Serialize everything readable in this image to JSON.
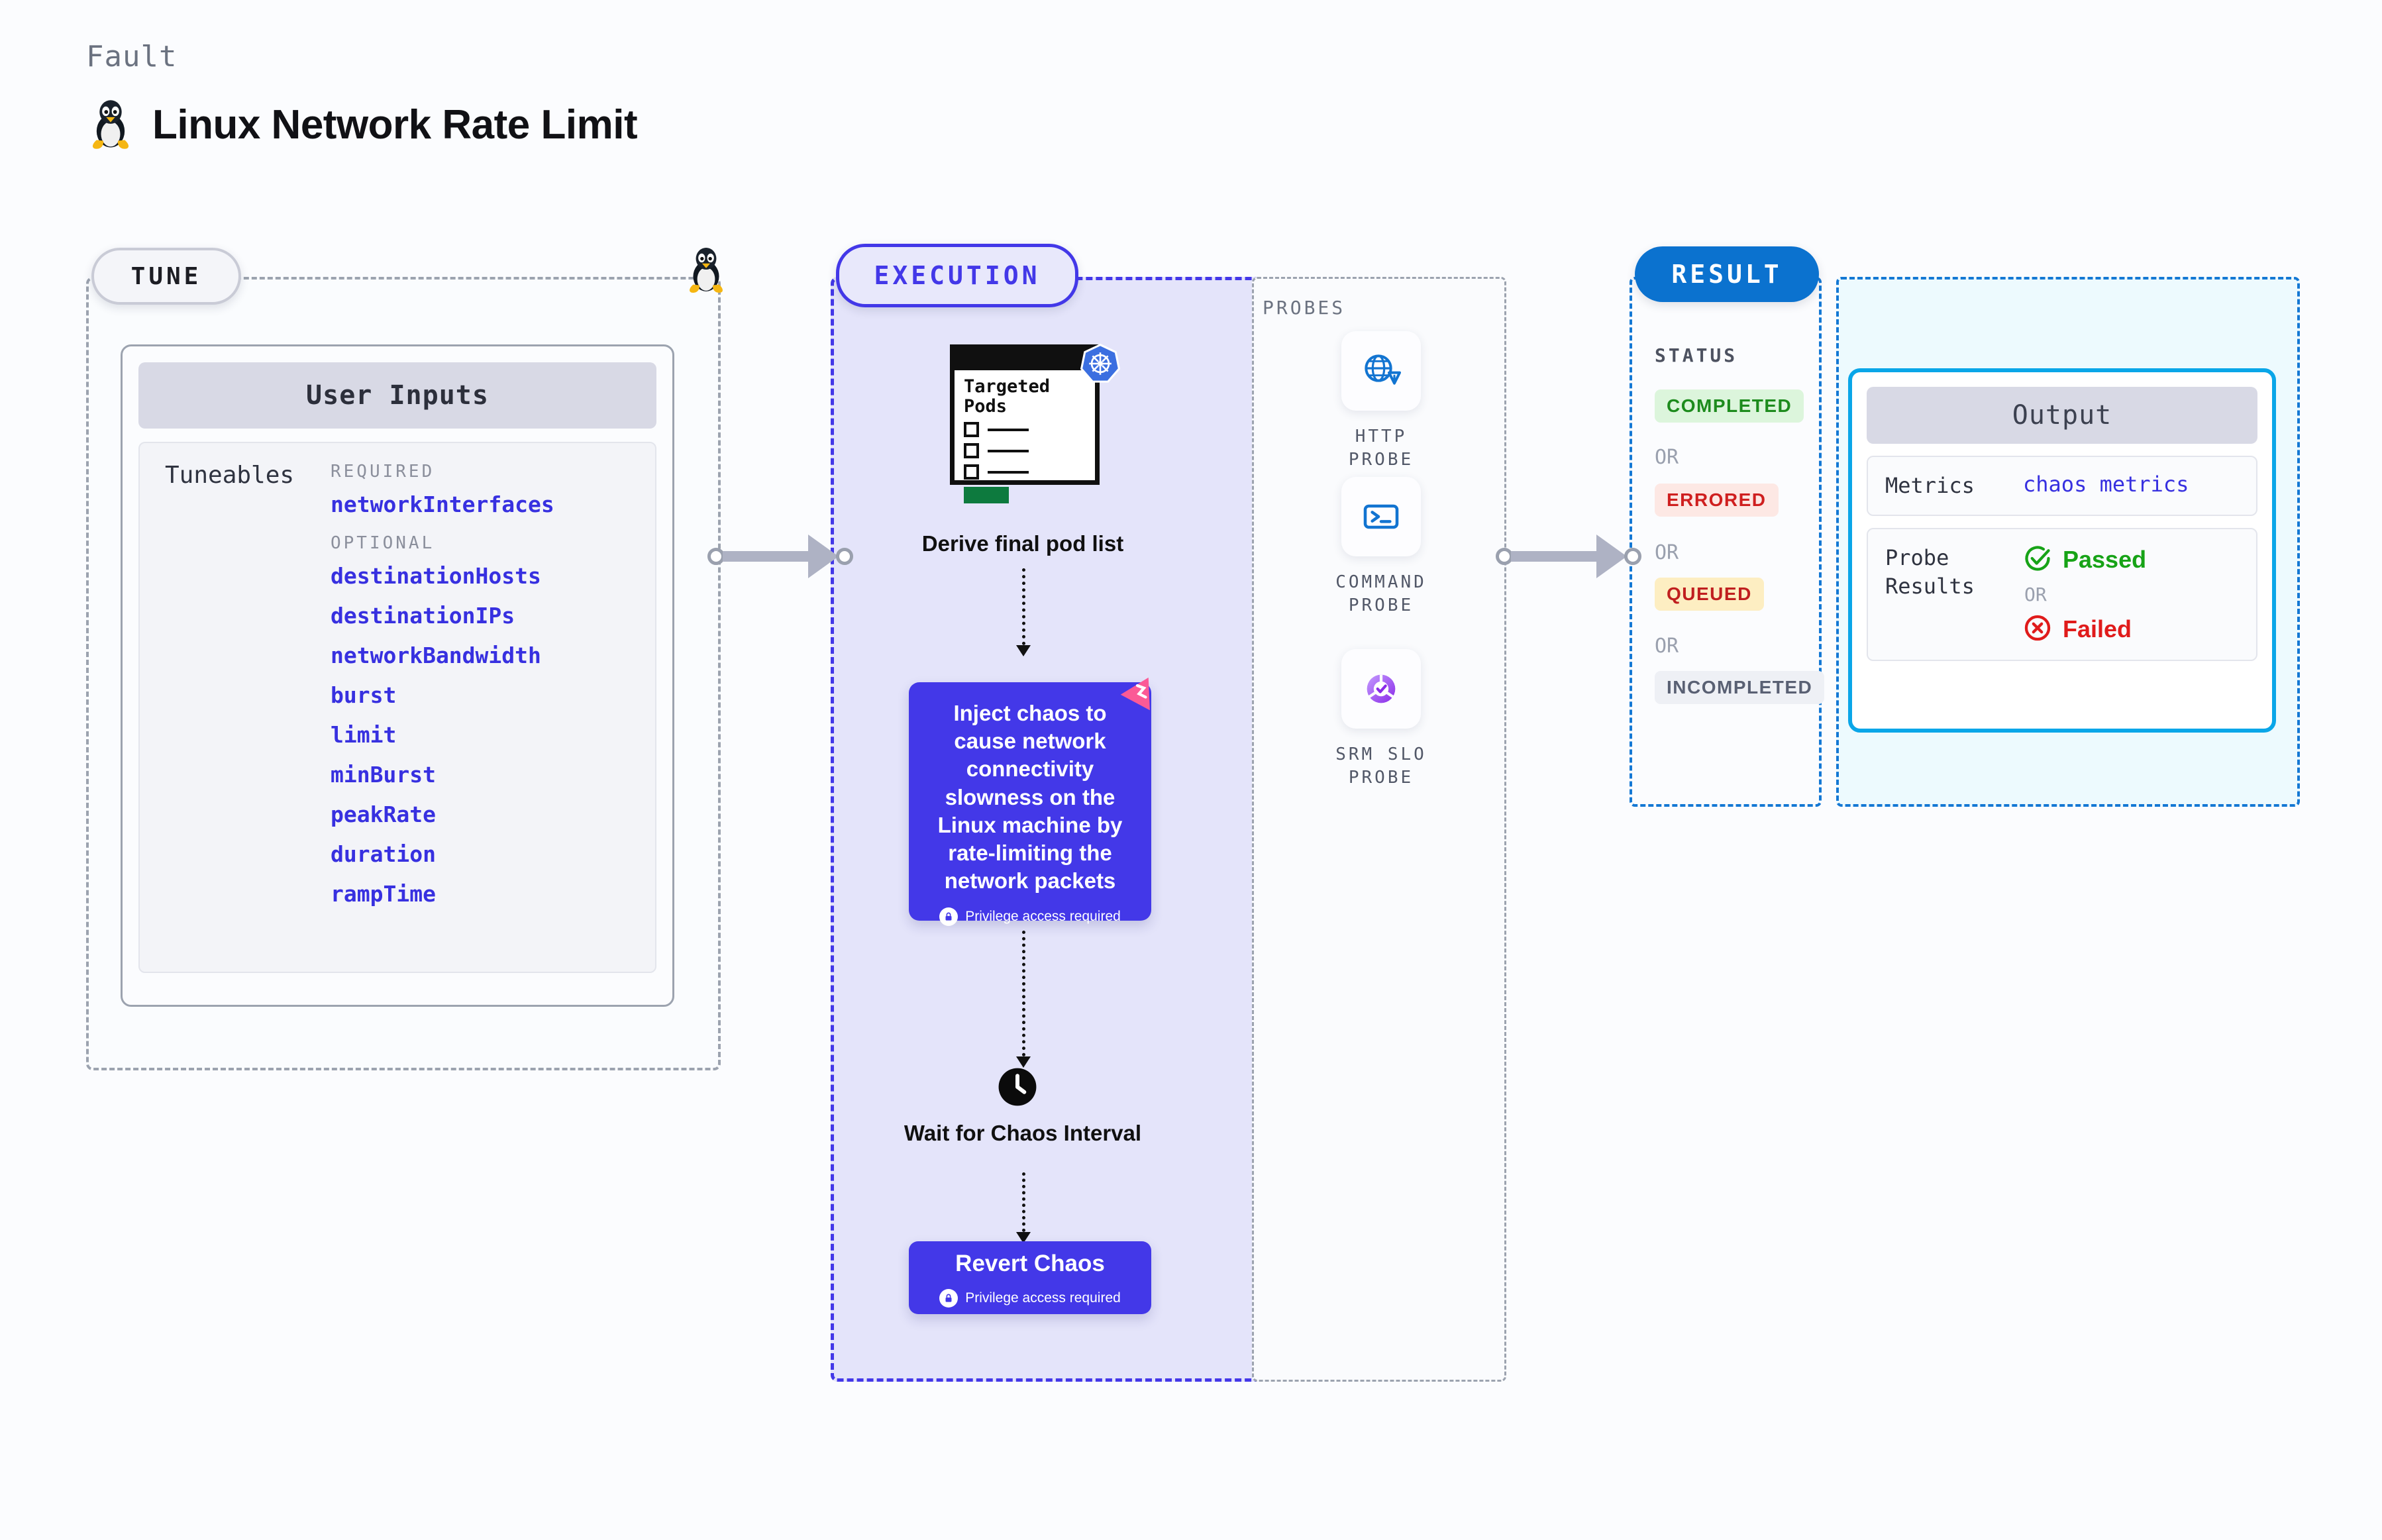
{
  "header": {
    "kicker": "Fault",
    "title": "Linux Network Rate Limit",
    "icon": "linux-tux-icon"
  },
  "tune": {
    "pill_label": "TUNE",
    "corner_icon": "linux-tux-icon",
    "card": {
      "header": "User Inputs",
      "section_label": "Tuneables",
      "groups": [
        {
          "name": "REQUIRED",
          "items": [
            "networkInterfaces"
          ]
        },
        {
          "name": "OPTIONAL",
          "items": [
            "destinationHosts",
            "destinationIPs",
            "networkBandwidth",
            "burst",
            "limit",
            "minBurst",
            "peakRate",
            "duration",
            "rampTime"
          ]
        }
      ]
    }
  },
  "execution": {
    "pill_label": "EXECUTION",
    "pod_card": {
      "title_line1": "Targeted",
      "title_line2": "Pods",
      "badge_icon": "kubernetes-icon"
    },
    "derive_label": "Derive final pod list",
    "inject": {
      "text": "Inject chaos to cause network connectivity slowness on the Linux machine by rate-limiting the network packets",
      "privilege_note": "Privilege access required",
      "badge_icon": "litmus-chaos-icon"
    },
    "wait": {
      "icon": "clock-icon",
      "label": "Wait for Chaos Interval"
    },
    "revert": {
      "title": "Revert Chaos",
      "privilege_note": "Privilege access required"
    }
  },
  "probes": {
    "label": "PROBES",
    "items": [
      {
        "icon": "globe-warning-icon",
        "label": "HTTP PROBE"
      },
      {
        "icon": "terminal-prompt-icon",
        "label": "COMMAND\nPROBE"
      },
      {
        "icon": "srm-slo-gauge-icon",
        "label": "SRM SLO\nPROBE"
      }
    ]
  },
  "result": {
    "pill_label": "RESULT",
    "status_label": "STATUS",
    "or_label": "OR",
    "statuses": [
      {
        "label": "COMPLETED",
        "bg": "#dcf5dc",
        "fg": "#1d8b1d"
      },
      {
        "label": "ERRORED",
        "bg": "#fde8e4",
        "fg": "#cf1f1f"
      },
      {
        "label": "QUEUED",
        "bg": "#fdeec2",
        "fg": "#c01f1f"
      },
      {
        "label": "INCOMPLETED",
        "bg": "#eef0f5",
        "fg": "#596073"
      }
    ]
  },
  "output": {
    "header": "Output",
    "metrics_key": "Metrics",
    "metrics_value": "chaos metrics",
    "probe_results_key_line1": "Probe",
    "probe_results_key_line2": "Results",
    "passed_label": "Passed",
    "failed_label": "Failed",
    "or_label": "OR",
    "passed_icon": "check-circle-icon",
    "failed_icon": "x-circle-icon"
  },
  "colors": {
    "accent_purple": "#4338e8",
    "accent_blue": "#0b72cf",
    "accent_cyan": "#0aa6e8",
    "tune_border": "#9ca3af",
    "connector": "#aeb2c4",
    "pass_green": "#17a317",
    "fail_red": "#e01b1b"
  }
}
